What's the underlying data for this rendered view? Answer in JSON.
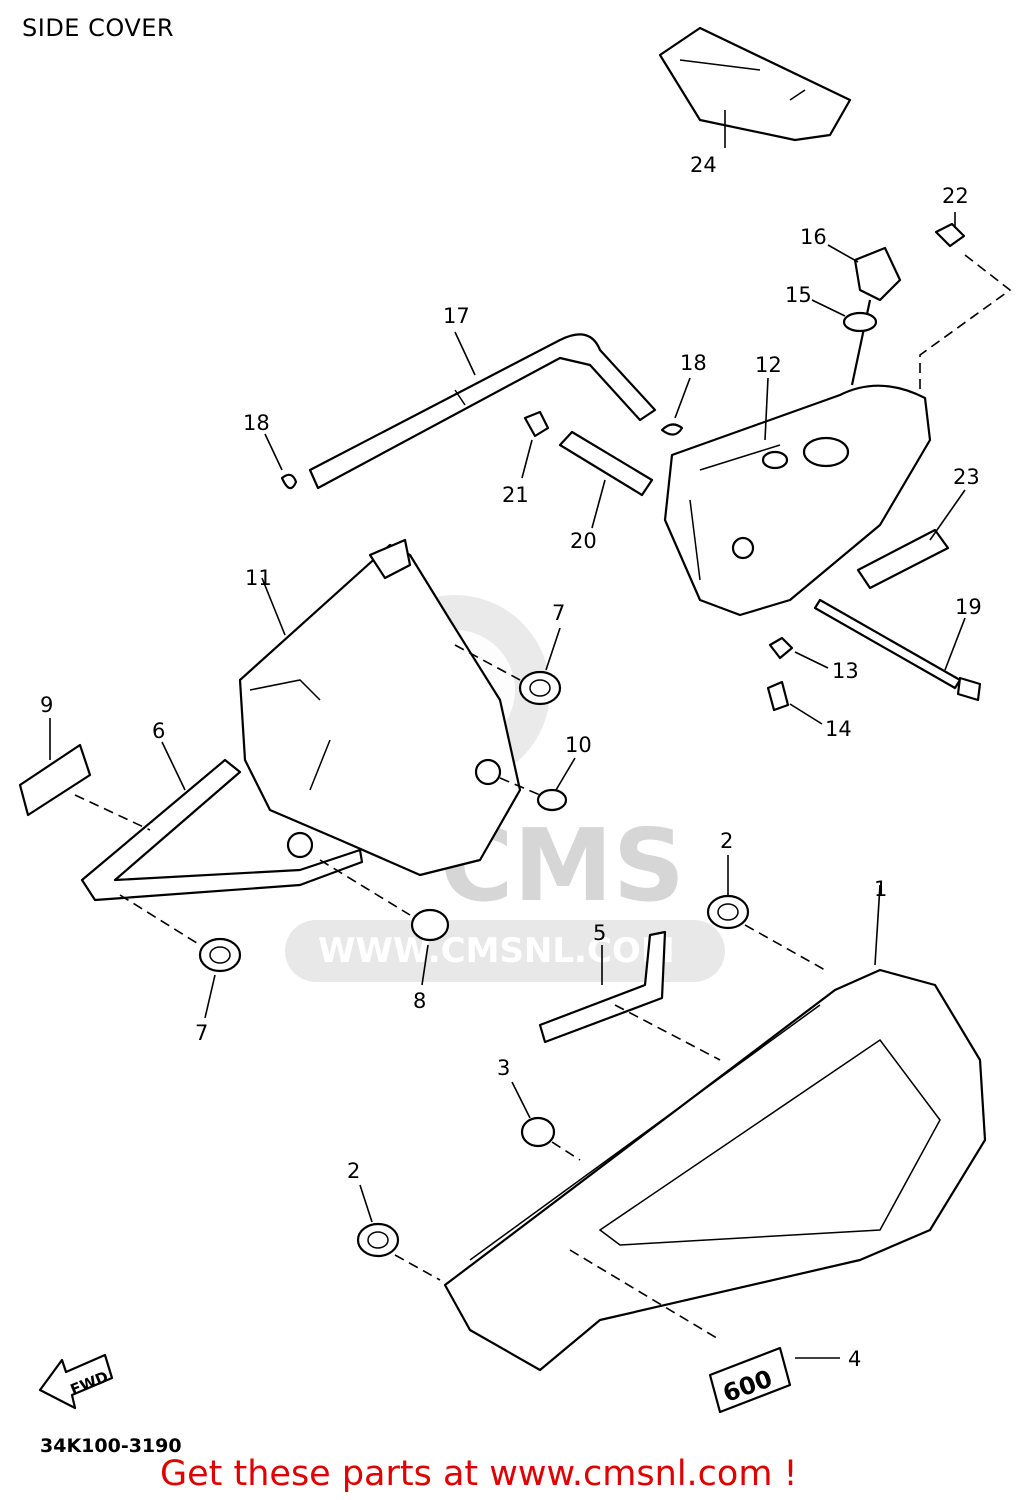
{
  "title": "SIDE COVER",
  "part_labels": [
    "24",
    "22",
    "16",
    "15",
    "17",
    "18",
    "12",
    "18",
    "21",
    "20",
    "23",
    "11",
    "7",
    "19",
    "13",
    "9",
    "6",
    "10",
    "14",
    "2",
    "1",
    "5",
    "8",
    "7",
    "3",
    "2",
    "4"
  ],
  "watermark": "WWW.CMSNL.COM",
  "watermark_brand": "CMS",
  "emblem_text": "600",
  "fwd_label": "FWD",
  "diagram_code": "34K100-3190",
  "cta_text": "Get these parts at www.cmsnl.com !",
  "colors": {
    "cta": "#e00000",
    "watermark": "#d9d9d9",
    "line": "#000000"
  }
}
